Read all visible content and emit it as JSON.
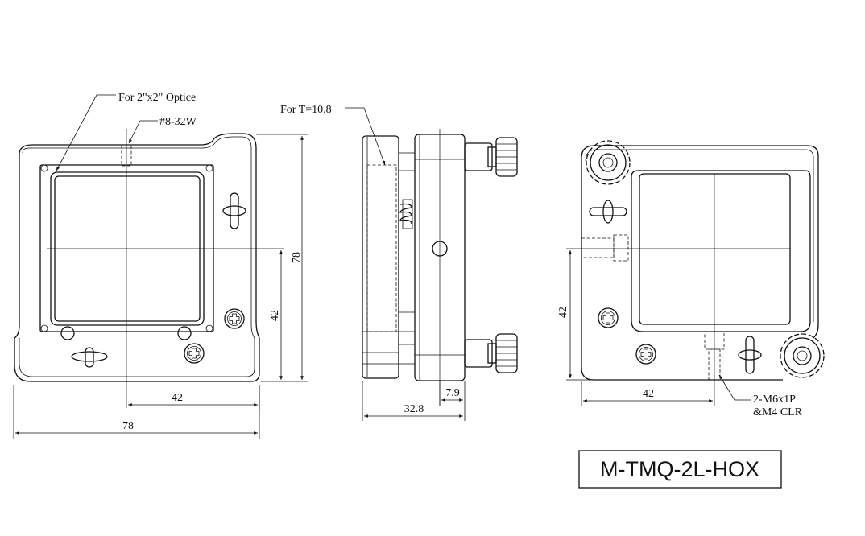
{
  "labels": {
    "optic": "For 2\"x2\" Optice",
    "thread": "#8-32W",
    "thickness": "For T=10.8",
    "hole": "2-M6x1P",
    "clearance": "&M4 CLR"
  },
  "dims": {
    "front_width": "78",
    "front_center_h": "42",
    "front_height": "78",
    "front_center_v": "42",
    "side_depth": "32.8",
    "side_small": "7.9",
    "rear_center_v": "42",
    "rear_center_h": "42"
  },
  "model": "M-TMQ-2L-HOX"
}
